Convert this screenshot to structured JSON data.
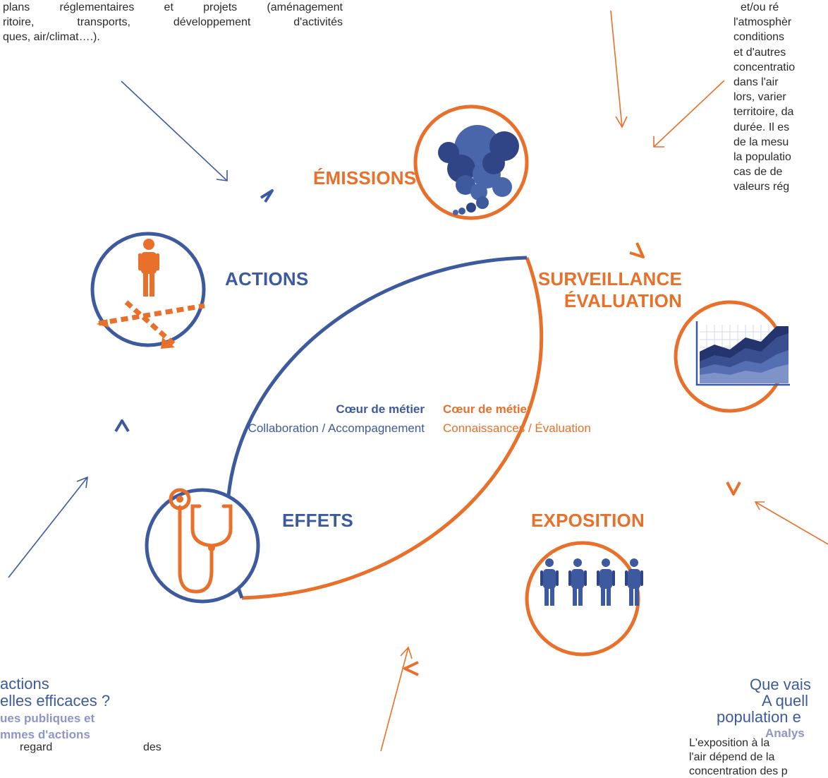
{
  "top_left_text": {
    "lines": [
      "plans réglementaires et projets (aménagement",
      "ritoire,   transports,   développement   d'activités",
      "ques, air/climat….)."
    ]
  },
  "top_right_text": {
    "lines": [
      "et/ou      ré",
      "l'atmosphèr",
      "conditions",
      "et d'autres",
      "concentratio",
      "dans    l'air",
      "lors,  varier",
      "territoire, da",
      "durée. Il es",
      "de la mesu",
      "la populatio",
      "cas   de   de",
      "valeurs rég"
    ]
  },
  "stages": {
    "emissions": "ÉMISSIONS",
    "surveillance_line1": "SURVEILLANCE",
    "surveillance_line2": "ÉVALUATION",
    "exposition": "EXPOSITION",
    "effets": "EFFETS",
    "actions": "ACTIONS"
  },
  "center": {
    "left_title": "Cœur de métier",
    "left_sub": "Collaboration / Accompagnement",
    "right_title": "Cœur de métier",
    "right_sub": "Connaissances / Évaluation"
  },
  "bottom_left": {
    "q1": "actions",
    "q2": "elles efficaces ?",
    "sub1": "ues publiques et",
    "sub2": "mmes d'actions",
    "body_word1": "regard",
    "body_word2": "des"
  },
  "bottom_right": {
    "q1": "Que vais",
    "q2": "A quell",
    "q3": "population e",
    "sub": "Analys",
    "body1": "L'exposition   à   la",
    "body2": "l'air dépend de la",
    "body3": "concentration des p"
  },
  "colors": {
    "blue": "#3d5a9e",
    "orange": "#e8702a",
    "lavender": "#8f95c8",
    "text": "#2b2b2b"
  },
  "icons": {
    "emissions": "smoke-cloud-icon",
    "surveillance": "area-chart-icon",
    "exposition": "people-group-icon",
    "effets": "stethoscope-icon",
    "actions": "person-crossroads-icon"
  }
}
